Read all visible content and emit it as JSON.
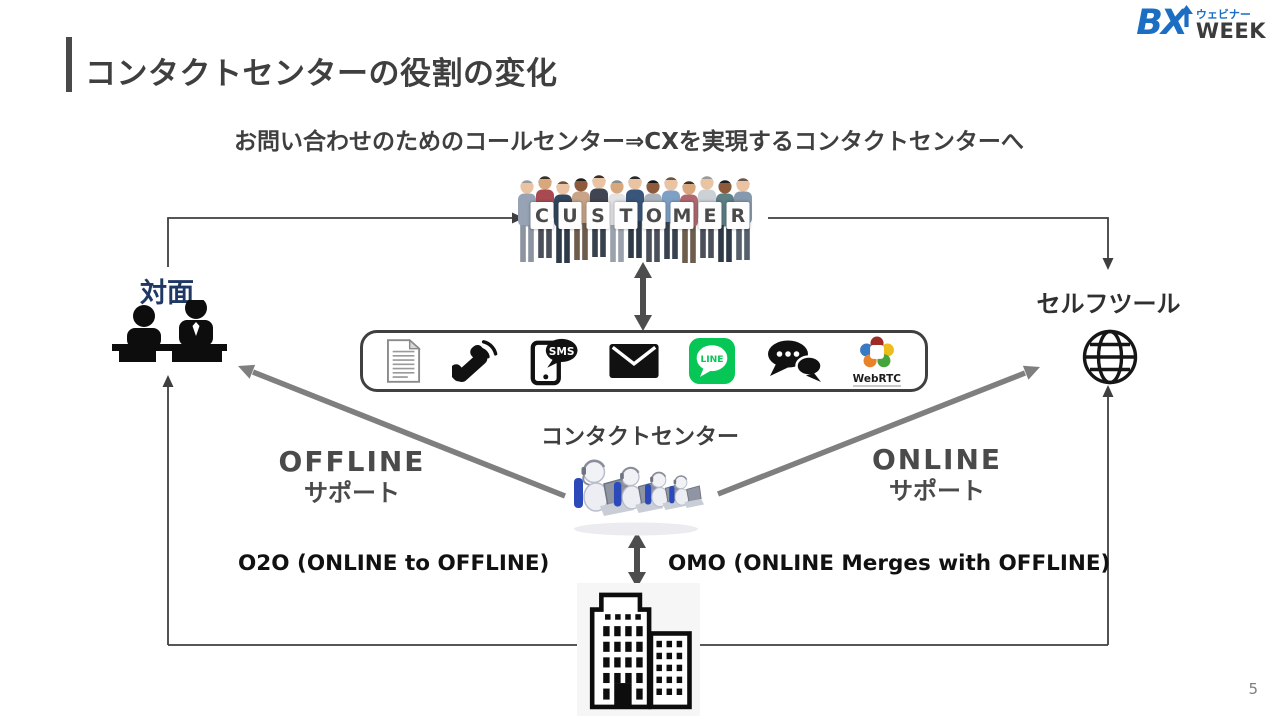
{
  "logo": {
    "bx": "BX",
    "webinar": "ウェビナー",
    "week": "WEEK"
  },
  "slide": {
    "title": "コンタクトセンターの役割の変化",
    "subtitle": "お問い合わせのためのコールセンター⇒CXを実現するコンタクトセンターへ",
    "page_number": "5"
  },
  "customer": {
    "letters": [
      "C",
      "U",
      "S",
      "T",
      "O",
      "M",
      "E",
      "R"
    ]
  },
  "nodes": {
    "face_to_face": "対面",
    "self_tool": "セルフツール",
    "contact_center": "コンタクトセンター"
  },
  "channels": {
    "sms_label": "SMS",
    "line_label": "LINE",
    "webrtc_label": "WebRTC",
    "icon_names": [
      "document-icon",
      "phone-icon",
      "sms-phone-icon",
      "email-icon",
      "line-icon",
      "chat-bubbles-icon",
      "webrtc-icon"
    ]
  },
  "support": {
    "offline_title": "OFFLINE",
    "offline_sub": "サポート",
    "online_title": "ONLINE",
    "online_sub": "サポート"
  },
  "bottom_labels": {
    "o2o": "O2O (ONLINE to OFFLINE)",
    "omo": "OMO (ONLINE Merges with OFFLINE)"
  },
  "colors": {
    "accent_navy": "#1f3864",
    "line_green": "#06C755",
    "logo_blue": "#1b6ec2",
    "thick_arrow_gray": "#7f7f7f",
    "thin_arrow_gray": "#3f3f3f",
    "text_dark": "#3f3f3f"
  }
}
